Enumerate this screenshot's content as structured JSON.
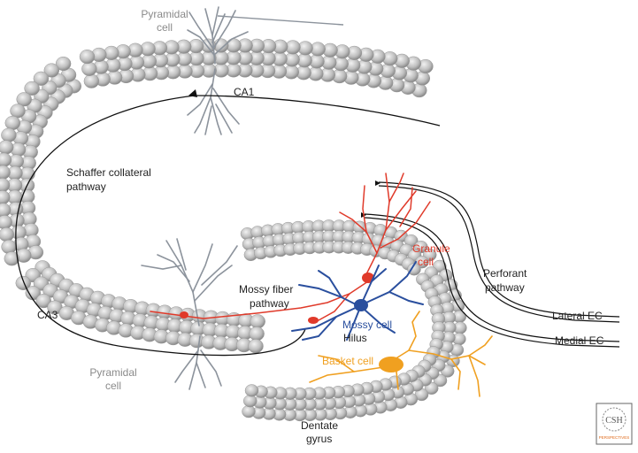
{
  "diagram": {
    "labels": {
      "pyramidal_top_1": "Pyramidal",
      "pyramidal_top_2": "cell",
      "ca1": "CA1",
      "schaffer_1": "Schaffer collateral",
      "schaffer_2": "pathway",
      "ca3": "CA3",
      "pyramidal_bottom_1": "Pyramidal",
      "pyramidal_bottom_2": "cell",
      "mossy_fiber_1": "Mossy fiber",
      "mossy_fiber_2": "pathway",
      "granule_1": "Granule",
      "granule_2": "cell",
      "mossy_cell": "Mossy cell",
      "hilus": "Hilus",
      "basket_cell": "Basket cell",
      "dentate_1": "Dentate",
      "dentate_2": "gyrus",
      "perforant_1": "Perforant",
      "perforant_2": "pathway",
      "lateral_ec": "Lateral EC",
      "medial_ec": "Medial EC"
    },
    "logo": {
      "text_main": "CSH",
      "text_sub": "PERSPECTIVES"
    },
    "colors": {
      "cell_body": "#bdbdbd",
      "cell_edge": "#8c8c8c",
      "dendrite_gray": "#8c939c",
      "granule_red": "#e03a2a",
      "mossy_blue": "#2a4f9e",
      "basket_orange": "#f0a020",
      "pathway_black": "#111111"
    }
  }
}
